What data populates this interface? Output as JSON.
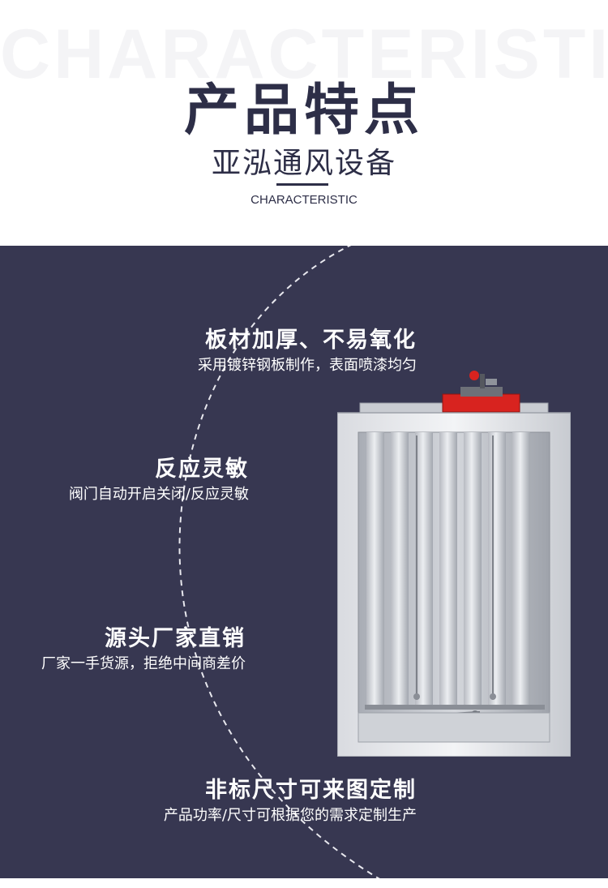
{
  "header": {
    "watermark": "CHARACTERISTIC",
    "title": "产品特点",
    "subtitle": "亚泓通风设备",
    "eng_label": "CHARACTERISTIC"
  },
  "features": [
    {
      "title": "板材加厚、不易氧化",
      "desc": "采用镀锌钢板制作，表面喷漆均匀"
    },
    {
      "title": "反应灵敏",
      "desc": "阀门自动开启关闭/反应灵敏"
    },
    {
      "title": "源头厂家直销",
      "desc": "厂家一手货源，拒绝中间商差价"
    },
    {
      "title": "非标尺寸可来图定制",
      "desc": "产品功率/尺寸可根据您的需求定制生产"
    }
  ],
  "colors": {
    "panel_bg": "#373751",
    "title_text": "#2d2e47",
    "feature_text": "#ffffff",
    "actuator_red": "#d8231f"
  }
}
